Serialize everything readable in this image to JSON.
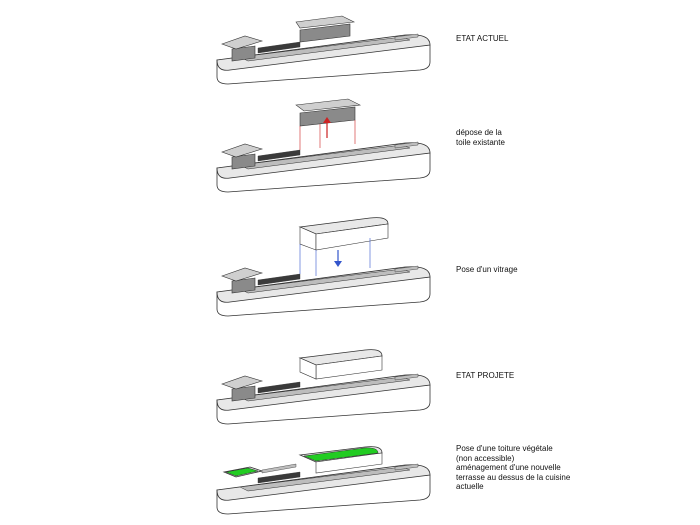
{
  "steps": [
    {
      "id": "etat-actuel",
      "label": "ETAT ACTUEL"
    },
    {
      "id": "depose",
      "label": "dépose de la\ntoile existante"
    },
    {
      "id": "vitrage",
      "label": "Pose d'un vitrage"
    },
    {
      "id": "etat-projete",
      "label": "ETAT PROJETE"
    },
    {
      "id": "toiture",
      "label": "Pose d'une toiture végétale\n(non accessible)\naménagement d'une nouvelle\nterrasse au dessus de la cuisine\nactuelle"
    }
  ],
  "colors": {
    "line": "#333333",
    "hull_top": "#e8e8e8",
    "hull_side": "#ffffff",
    "deck": "#bdbdbd",
    "cabin_roof": "#cfcfcf",
    "cabin_wall": "#8a8a8a",
    "windows": "#3a3a3a",
    "guide_red": "#cc2222",
    "guide_blue": "#3355cc",
    "green_roof": "#22cc22"
  }
}
